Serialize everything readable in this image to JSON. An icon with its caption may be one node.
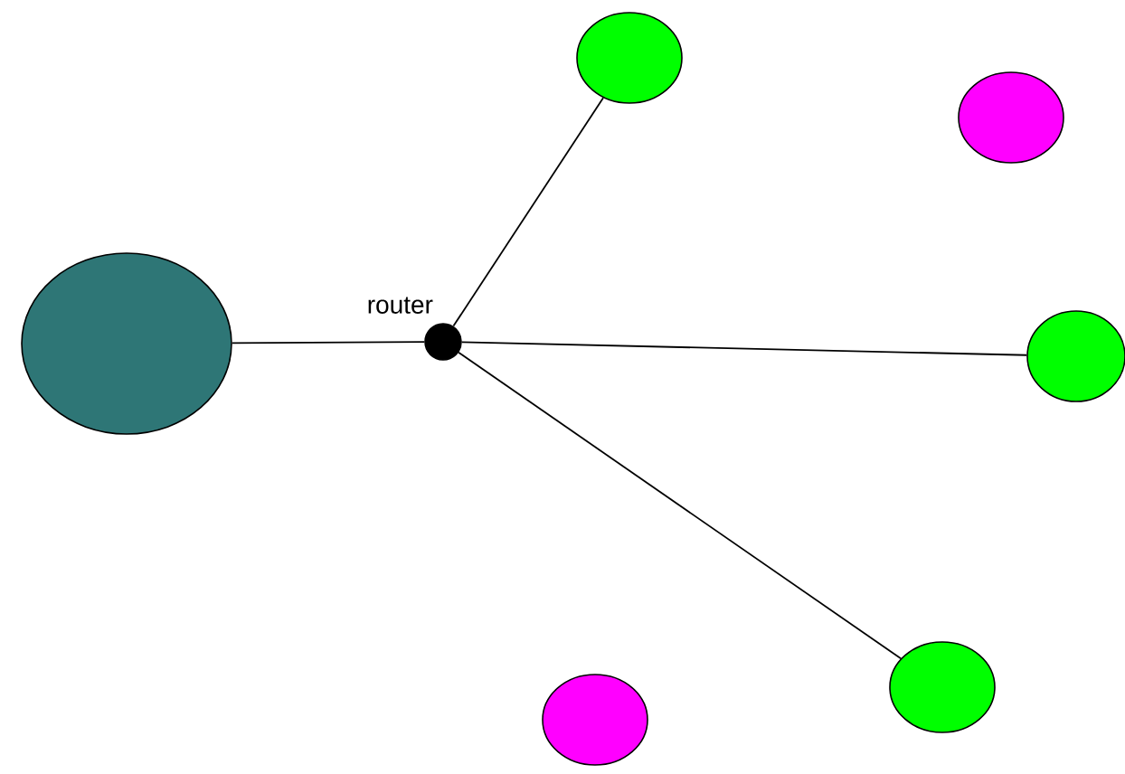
{
  "diagram": {
    "nodes": [
      {
        "text": [],
        "shape": "circle"
      },
      {
        "text": [],
        "shape": "circle",
        "beside": [
          "router"
        ]
      },
      {
        "text": [],
        "shape": "circle"
      },
      {
        "text": [],
        "shape": "circle"
      },
      {
        "text": [],
        "shape": "circle"
      },
      {
        "text": [],
        "shape": "circle"
      },
      {
        "text": [],
        "shape": "circle"
      }
    ],
    "edges": [
      {
        "from": 0,
        "to": 1,
        "arrow": "none"
      },
      {
        "from": 1,
        "to": 3,
        "arrow": "none"
      },
      {
        "from": 1,
        "to": 6,
        "arrow": "none"
      },
      {
        "from": 1,
        "to": 4,
        "arrow": "none"
      }
    ]
  }
}
